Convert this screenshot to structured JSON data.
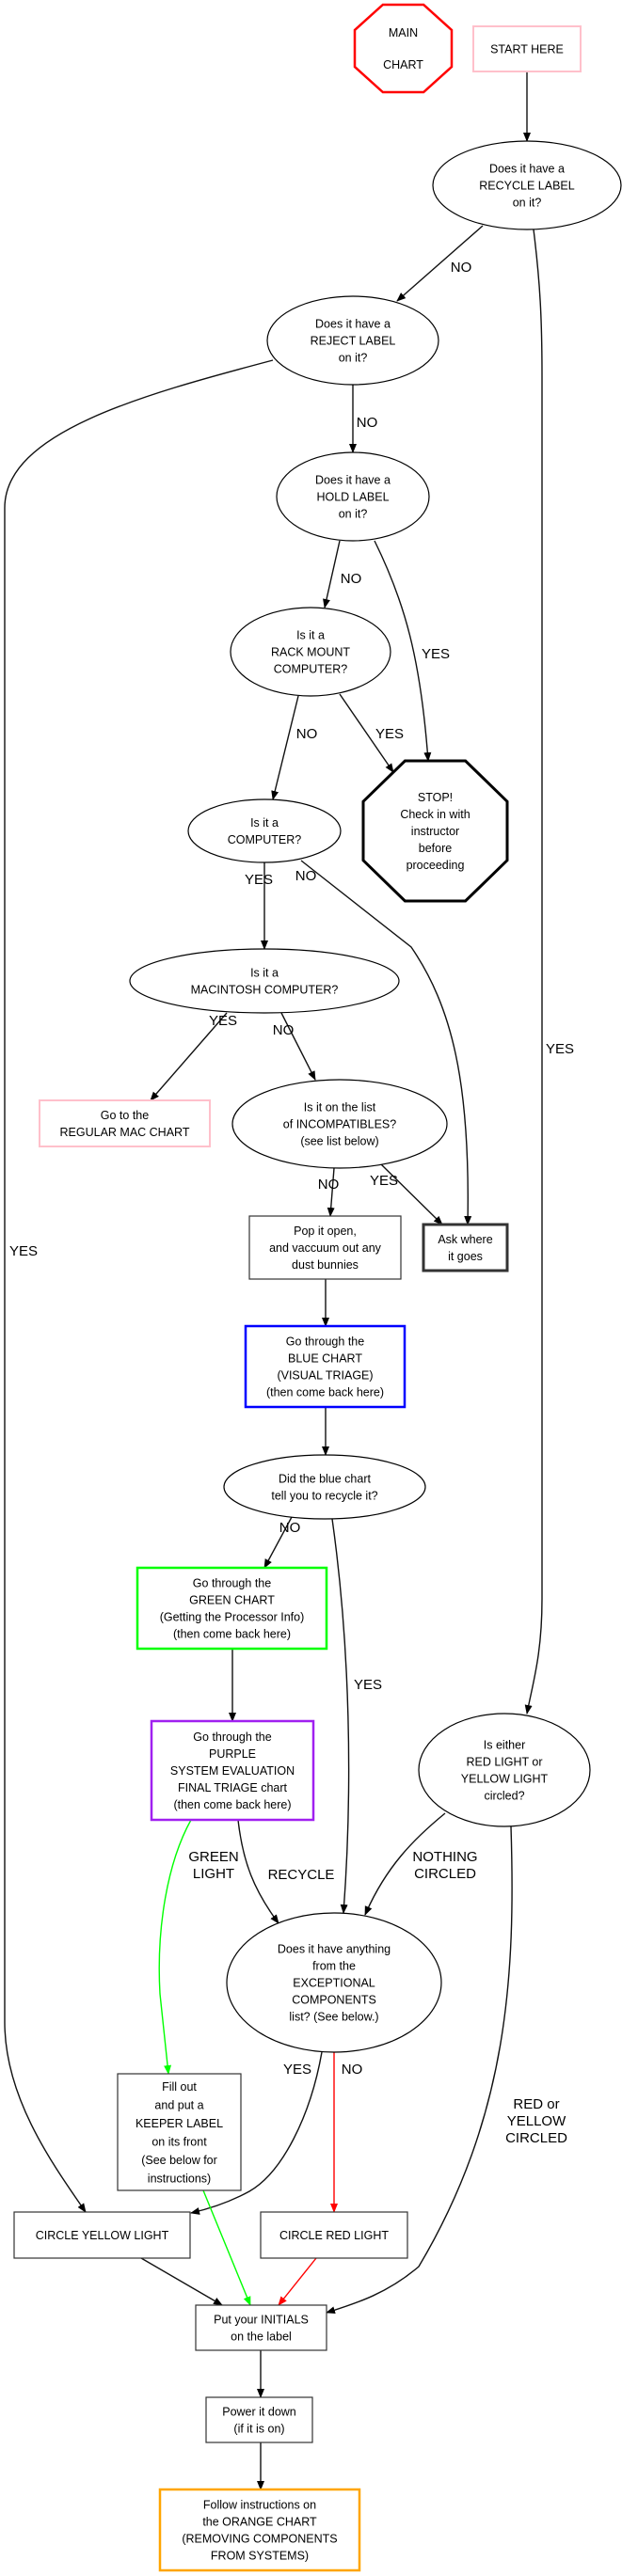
{
  "nodes": {
    "main": {
      "lines": [
        "MAIN",
        "",
        "CHART"
      ],
      "shape": "octagon",
      "color": "#ff0000"
    },
    "start": {
      "lines": [
        "START HERE"
      ],
      "shape": "box",
      "color": "#ffc0cb"
    },
    "recycle": {
      "lines": [
        "Does it have a",
        "RECYCLE LABEL",
        "on it?"
      ],
      "shape": "ellipse",
      "color": "#000000"
    },
    "reject": {
      "lines": [
        "Does it have a",
        "REJECT LABEL",
        "on it?"
      ],
      "shape": "ellipse",
      "color": "#000000"
    },
    "hold": {
      "lines": [
        "Does it have a",
        "HOLD LABEL",
        "on it?"
      ],
      "shape": "ellipse",
      "color": "#000000"
    },
    "rack": {
      "lines": [
        "Is it a",
        "RACK MOUNT",
        "COMPUTER?"
      ],
      "shape": "ellipse",
      "color": "#000000"
    },
    "stop": {
      "lines": [
        "STOP!",
        "Check in with",
        "instructor",
        "before",
        "proceeding"
      ],
      "shape": "octagon",
      "color": "#000000"
    },
    "computer": {
      "lines": [
        "Is it a",
        "COMPUTER?"
      ],
      "shape": "ellipse",
      "color": "#000000"
    },
    "mac": {
      "lines": [
        "Is it a",
        "MACINTOSH COMPUTER?"
      ],
      "shape": "ellipse",
      "color": "#000000"
    },
    "regmac": {
      "lines": [
        "Go to the",
        "REGULAR MAC CHART"
      ],
      "shape": "box",
      "color": "#ffc0cb"
    },
    "incompat": {
      "lines": [
        "Is it on the list",
        "of INCOMPATIBLES?",
        "(see list below)"
      ],
      "shape": "ellipse",
      "color": "#000000"
    },
    "pop": {
      "lines": [
        "Pop it open,",
        "and vaccuum out any",
        "dust bunnies"
      ],
      "shape": "box",
      "color": "#000000"
    },
    "ask": {
      "lines": [
        "Ask where",
        "it goes"
      ],
      "shape": "box",
      "color": "#000000"
    },
    "blue": {
      "lines": [
        "Go through the",
        "BLUE CHART",
        "(VISUAL TRIAGE)",
        "(then come back here)"
      ],
      "shape": "box",
      "color": "#0000ff"
    },
    "bluechart": {
      "lines": [
        "Did the blue chart",
        "tell you to recycle it?"
      ],
      "shape": "ellipse",
      "color": "#000000"
    },
    "green": {
      "lines": [
        "Go through the",
        "GREEN CHART",
        "(Getting the Processor Info)",
        "(then come back here)"
      ],
      "shape": "box",
      "color": "#00ff00"
    },
    "purple": {
      "lines": [
        "Go through the",
        "PURPLE",
        "SYSTEM EVALUATION",
        "FINAL TRIAGE chart",
        "(then come back here)"
      ],
      "shape": "box",
      "color": "#a020f0"
    },
    "either": {
      "lines": [
        "Is either",
        "RED LIGHT or",
        "YELLOW LIGHT",
        "circled?"
      ],
      "shape": "ellipse",
      "color": "#000000"
    },
    "exceptional": {
      "lines": [
        "Does it have anything",
        "from the",
        "EXCEPTIONAL",
        "COMPONENTS",
        "list? (See below.)"
      ],
      "shape": "ellipse",
      "color": "#000000"
    },
    "keeper": {
      "lines": [
        "Fill out",
        "and put a",
        "KEEPER LABEL",
        "on its front",
        "(See below for",
        "instructions)"
      ],
      "shape": "box",
      "color": "#000000"
    },
    "yellow": {
      "lines": [
        "CIRCLE YELLOW LIGHT"
      ],
      "shape": "box",
      "color": "#000000"
    },
    "red": {
      "lines": [
        "CIRCLE RED LIGHT"
      ],
      "shape": "box",
      "color": "#000000"
    },
    "initials": {
      "lines": [
        "Put your INITIALS",
        "on the label"
      ],
      "shape": "box",
      "color": "#000000"
    },
    "power": {
      "lines": [
        "Power it down",
        "(if it is on)"
      ],
      "shape": "box",
      "color": "#000000"
    },
    "orange": {
      "lines": [
        "Follow instructions on",
        "the ORANGE CHART",
        "(REMOVING COMPONENTS",
        "FROM SYSTEMS)"
      ],
      "shape": "box",
      "color": "#ffa500"
    }
  },
  "edges": [
    {
      "from": "start",
      "to": "recycle",
      "label": [],
      "color": "#000000"
    },
    {
      "from": "recycle",
      "to": "reject",
      "label": [
        "NO"
      ],
      "color": "#000000"
    },
    {
      "from": "reject",
      "to": "yellow",
      "label": [
        "YES"
      ],
      "color": "#000000"
    },
    {
      "from": "reject",
      "to": "hold",
      "label": [
        "NO"
      ],
      "color": "#000000"
    },
    {
      "from": "hold",
      "to": "rack",
      "label": [
        "NO"
      ],
      "color": "#000000"
    },
    {
      "from": "hold",
      "to": "stop",
      "label": [
        "YES"
      ],
      "color": "#000000"
    },
    {
      "from": "rack",
      "to": "computer",
      "label": [
        "NO"
      ],
      "color": "#000000"
    },
    {
      "from": "rack",
      "to": "stop",
      "label": [
        "YES"
      ],
      "color": "#000000"
    },
    {
      "from": "computer",
      "to": "mac",
      "label": [
        "YES"
      ],
      "color": "#000000"
    },
    {
      "from": "computer",
      "to": "ask",
      "label": [
        "NO"
      ],
      "color": "#000000"
    },
    {
      "from": "mac",
      "to": "regmac",
      "label": [
        "YES"
      ],
      "color": "#000000"
    },
    {
      "from": "mac",
      "to": "incompat",
      "label": [
        "NO"
      ],
      "color": "#000000"
    },
    {
      "from": "incompat",
      "to": "pop",
      "label": [
        "NO"
      ],
      "color": "#000000"
    },
    {
      "from": "incompat",
      "to": "ask",
      "label": [
        "YES"
      ],
      "color": "#000000"
    },
    {
      "from": "pop",
      "to": "blue",
      "label": [],
      "color": "#000000"
    },
    {
      "from": "blue",
      "to": "bluechart",
      "label": [],
      "color": "#000000"
    },
    {
      "from": "bluechart",
      "to": "green",
      "label": [
        "NO"
      ],
      "color": "#000000"
    },
    {
      "from": "bluechart",
      "to": "exceptional",
      "label": [
        "YES"
      ],
      "color": "#000000"
    },
    {
      "from": "green",
      "to": "purple",
      "label": [],
      "color": "#000000"
    },
    {
      "from": "recycle",
      "to": "either",
      "label": [
        "YES"
      ],
      "color": "#000000"
    },
    {
      "from": "purple",
      "to": "keeper",
      "label": [
        "GREEN",
        "LIGHT"
      ],
      "color": "#00ff00"
    },
    {
      "from": "purple",
      "to": "exceptional",
      "label": [
        "RECYCLE"
      ],
      "color": "#000000"
    },
    {
      "from": "either",
      "to": "exceptional",
      "label": [
        "NOTHING",
        "CIRCLED"
      ],
      "color": "#000000"
    },
    {
      "from": "either",
      "to": "initials",
      "label": [
        "RED or",
        "YELLOW",
        "CIRCLED"
      ],
      "color": "#000000"
    },
    {
      "from": "exceptional",
      "to": "yellow",
      "label": [
        "YES"
      ],
      "color": "#000000"
    },
    {
      "from": "exceptional",
      "to": "red",
      "label": [
        "NO"
      ],
      "color": "#ff0000"
    },
    {
      "from": "keeper",
      "to": "initials",
      "label": [],
      "color": "#00ff00"
    },
    {
      "from": "yellow",
      "to": "initials",
      "label": [],
      "color": "#000000"
    },
    {
      "from": "red",
      "to": "initials",
      "label": [],
      "color": "#ff0000"
    },
    {
      "from": "initials",
      "to": "power",
      "label": [],
      "color": "#000000"
    },
    {
      "from": "power",
      "to": "orange",
      "label": [],
      "color": "#000000"
    }
  ]
}
